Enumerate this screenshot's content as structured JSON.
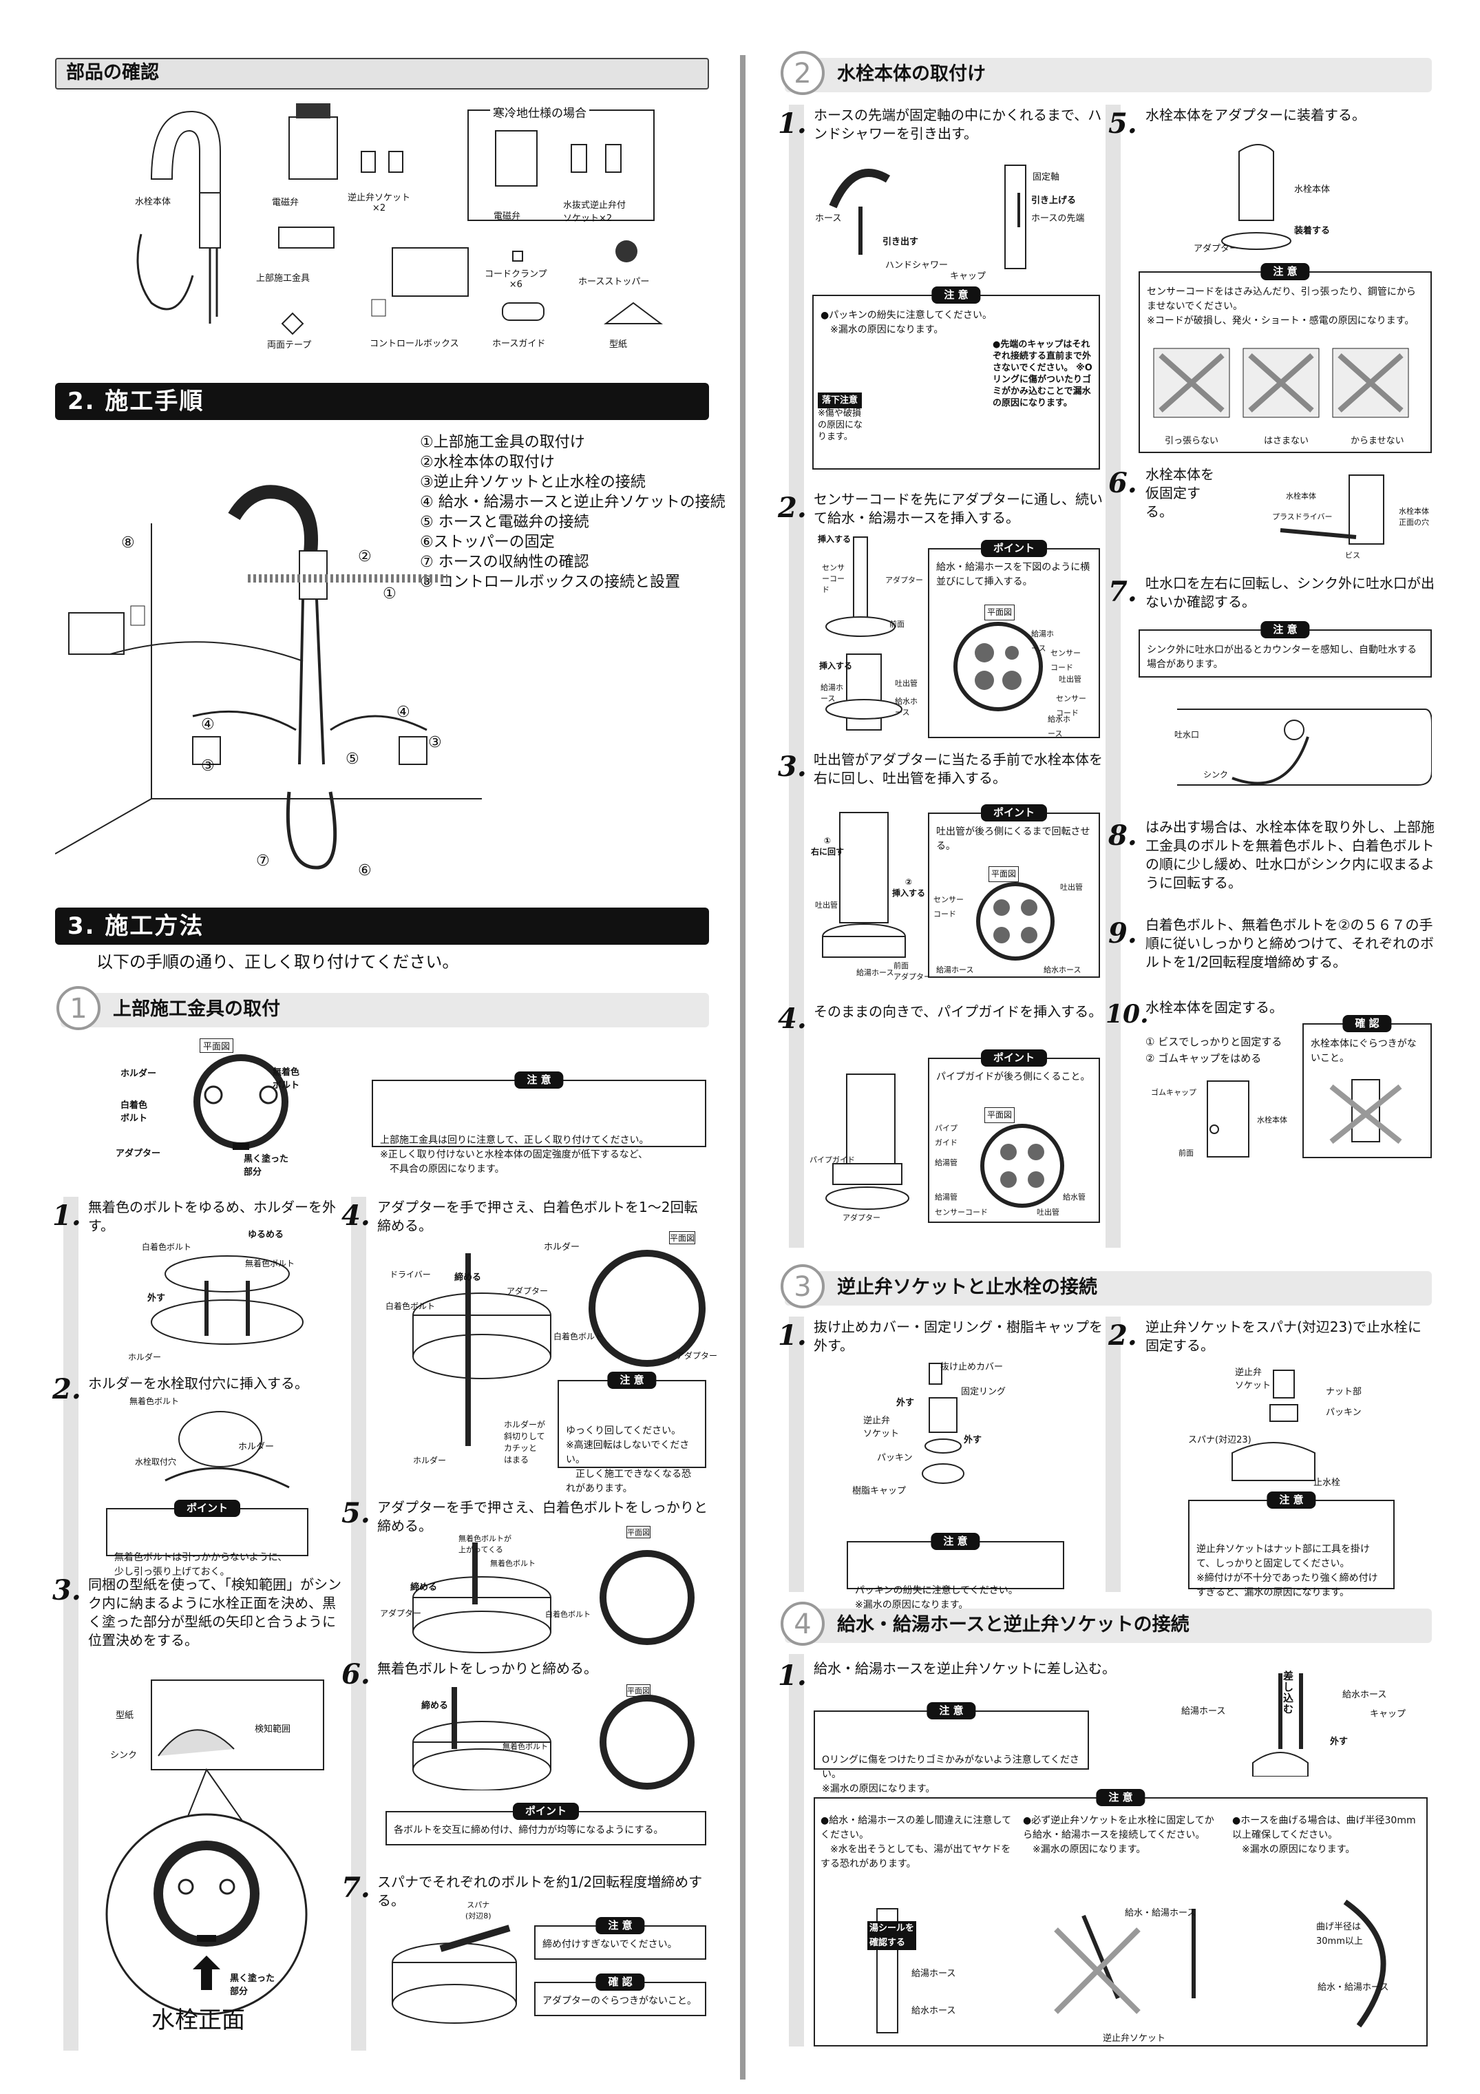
{
  "parts": {
    "title": "部品の確認",
    "cold_title": "寒冷地仕様の場合",
    "labels": [
      "水栓本体",
      "電磁弁",
      "逆止弁ソケット\n×2",
      "上部施工金具",
      "コントロールボックス",
      "コードクランプ\n×6",
      "ホースストッパー",
      "ホースガイド",
      "両面テープ",
      "型紙",
      "電磁弁",
      "水抜式逆止弁付\nソケット×2"
    ]
  },
  "procedure": {
    "title": "2. 施工手順",
    "items": [
      "①上部施工金具の取付け",
      "②水栓本体の取付け",
      "③逆止弁ソケットと止水栓の接続",
      "④ 給水・給湯ホースと逆止弁ソケットの接続",
      "⑤ ホースと電磁弁の接続",
      "⑥ストッパーの固定",
      "⑦ ホースの収納性の確認",
      "⑧ コントロールボックスの接続と設置"
    ],
    "callouts": [
      "⑧",
      "②",
      "①",
      "④",
      "③",
      "⑤",
      "④",
      "③",
      "⑦",
      "⑥"
    ]
  },
  "method": {
    "title": "3. 施工方法",
    "intro": "以下の手順の通り、正しく取り付けてください。"
  },
  "s1": {
    "num": "1",
    "title": "上部施工金具の取付",
    "plan": "平面図",
    "plan_labels": [
      "ホルダー",
      "無着色\nボルト",
      "白着色\nボルト",
      "アダプター",
      "黒く塗った\n部分"
    ],
    "caution_hd": "注 意",
    "caution": "上部施工金具は回りに注意して、正しく取り付けてください。\n※正しく取り付けないと水栓本体の固定強度が低下するなど、\n　不具合の原因になります。",
    "steps": [
      {
        "n": "1.",
        "t": "無着色のボルトをゆるめ、ホルダーを外す。"
      },
      {
        "n": "2.",
        "t": "ホルダーを水栓取付穴に挿入する。"
      },
      {
        "n": "3.",
        "t": "同梱の型紙を使って、「検知範囲」がシンク内に納まるように水栓正面を決め、黒く塗った部分が型紙の矢印と合うように位置決めをする。"
      },
      {
        "n": "4.",
        "t": "アダプターを手で押さえ、白着色ボルトを1～2回転締める。"
      },
      {
        "n": "5.",
        "t": "アダプターを手で押さえ、白着色ボルトをしっかりと締める。"
      },
      {
        "n": "6.",
        "t": "無着色ボルトをしっかりと締める。"
      },
      {
        "n": "7.",
        "t": "スパナでそれぞれのボルトを約1/2回転程度増締めする。"
      }
    ],
    "fig1": [
      "ゆるめる",
      "白着色ボルト",
      "無着色ボルト",
      "外す",
      "ホルダー"
    ],
    "fig2": [
      "無着色ボルト",
      "ホルダー",
      "水栓取付穴"
    ],
    "point_hd": "ポイント",
    "point2": "無着色ボルトは引っかからないように、\n少し引っ張り上げておく。",
    "fig3": [
      "型紙",
      "検知範囲",
      "シンク",
      "黒く塗った\n部分",
      "水栓正面"
    ],
    "fig4": [
      "ホルダー",
      "平面図",
      "ドライバー",
      "締める",
      "白着色ボルト",
      "アダプター",
      "白着色ボルト",
      "アダプター",
      "ホルダー",
      "ホルダーが\n斜切りして\nカチッと\nはまる"
    ],
    "caution4": "ゆっくり回してください。\n※高速回転はしないでください。\n　正しく施工できなくなる恐れがあります。",
    "fig5": [
      "無着色ボルトが\n上がってくる",
      "無着色ボルト",
      "締める",
      "アダプター",
      "白着色ボルト",
      "平面図"
    ],
    "fig6": [
      "締める",
      "無着色ボルト",
      "平面図"
    ],
    "point6": "各ボルトを交互に締め付け、締付力が均等になるようにする。",
    "fig7": [
      "スパナ\n(対辺8)"
    ],
    "caution7": "締め付けすぎないでください。",
    "confirm_hd": "確 認",
    "confirm7": "アダプターのぐらつきがないこと。"
  },
  "s2": {
    "num": "2",
    "title": "水栓本体の取付け",
    "steps": [
      {
        "n": "1.",
        "t": "ホースの先端が固定軸の中にかくれるまで、ハンドシャワーを引き出す。"
      },
      {
        "n": "2.",
        "t": "センサーコードを先にアダプターに通し、続いて給水・給湯ホースを挿入する。"
      },
      {
        "n": "3.",
        "t": "吐出管がアダプターに当たる手前で水栓本体を右に回し、吐出管を挿入する。"
      },
      {
        "n": "4.",
        "t": "そのままの向きで、パイプガイドを挿入する。"
      },
      {
        "n": "5.",
        "t": "水栓本体をアダプターに装着する。"
      },
      {
        "n": "6.",
        "t": "水栓本体を仮固定する。"
      },
      {
        "n": "7.",
        "t": "吐水口を左右に回転し、シンク外に吐水口が出ないか確認する。"
      },
      {
        "n": "8.",
        "t": "はみ出す場合は、水栓本体を取り外し、上部施工金具のボルトを無着色ボルト、白着色ボルトの順に少し緩め、吐水口がシンク内に収まるように回転する。"
      },
      {
        "n": "9.",
        "t": "白着色ボルト、無着色ボルトを②の５６７の手順に従いしっかりと締めつけて、それぞれのボルトを1/2回転程度増締めする。"
      },
      {
        "n": "10.",
        "t": "水栓本体を固定する。"
      }
    ],
    "fig1": [
      "固定軸",
      "引き上げる",
      "ホース",
      "ホースの先端",
      "引き出す",
      "ハンドシャワー",
      "キャップ"
    ],
    "caution1": "●パッキンの紛失に注意してください。\n　※漏水の原因になります。",
    "caution1b": "●先端のキャップはそれぞれ接続する直前まで外さないでください。\n※Oリングに傷がついたりゴミがかみ込むことで漏水の原因になります。",
    "drop": "落下注意",
    "drop_note": "※傷や破損の原因になります。",
    "fig2": [
      "挿入する",
      "センサーコード",
      "アダプター",
      "前面",
      "挿入する",
      "給湯ホース",
      "吐出管",
      "給水ホース"
    ],
    "point2": "給水・給湯ホースを下図のように横並びにして挿入する。",
    "plan": "平面図",
    "plan2": [
      "給湯ホース",
      "センサーコード",
      "吐出管",
      "センサーコード",
      "給水ホース"
    ],
    "fig3": [
      "①\n右に回す",
      "②\n挿入する",
      "吐出管",
      "給湯ホース",
      "前面",
      "アダプター"
    ],
    "point3": "吐出管が後ろ側にくるまで回転させる。",
    "plan3": [
      "センサーコード",
      "吐出管",
      "給湯ホース",
      "給水ホース"
    ],
    "fig4": [
      "パイプガイド",
      "アダプター"
    ],
    "point4": "パイプガイドが後ろ側にくること。",
    "plan4": [
      "パイプガイド",
      "給湯管",
      "給湯管",
      "給水管",
      "センサーコード",
      "吐出管"
    ],
    "fig5": [
      "水栓本体",
      "装着する",
      "アダプター"
    ],
    "caution5": "センサーコードをはさみ込んだり、引っ張ったり、鋼管にからませないでください。\n※コードが破損し、発火・ショート・感電の原因になります。",
    "fig5b": [
      "引っ張らない",
      "はさまない",
      "からませない"
    ],
    "fig6": [
      "水栓本体",
      "プラスドライバー",
      "水栓本体\n正面の穴",
      "ビス"
    ],
    "caution7": "シンク外に吐水口が出るとカウンターを感知し、自動吐水する場合があります。",
    "fig7": [
      "吐水口",
      "シンク"
    ],
    "step10_items": [
      "① ビスでしっかりと固定する",
      "② ゴムキャップをはめる"
    ],
    "fig10": [
      "ゴムキャップ",
      "水栓本体",
      "前面"
    ],
    "confirm_hd": "確 認",
    "confirm10": "水栓本体にぐらつきがないこと。"
  },
  "s3": {
    "num": "3",
    "title": "逆止弁ソケットと止水栓の接続",
    "steps": [
      {
        "n": "1.",
        "t": "抜け止めカバー・固定リング・樹脂キャップを外す。"
      },
      {
        "n": "2.",
        "t": "逆止弁ソケットをスパナ(対辺23)で止水栓に固定する。"
      }
    ],
    "fig1": [
      "抜け止めカバー",
      "外す",
      "固定リング",
      "逆止弁\nソケット",
      "外す",
      "パッキン",
      "樹脂キャップ"
    ],
    "caution1": "パッキンの紛失に注意してください。\n※漏水の原因になります。",
    "fig2": [
      "逆止弁\nソケット",
      "ナット部",
      "パッキン",
      "スパナ(対辺23)",
      "止水栓"
    ],
    "caution2": "逆止弁ソケットはナット部に工具を掛けて、しっかりと固定してください。\n※締付けが不十分であったり強く締め付けすぎると、漏水の原因になります。"
  },
  "s4": {
    "num": "4",
    "title": "給水・給湯ホースと逆止弁ソケットの接続",
    "steps": [
      {
        "n": "1.",
        "t": "給水・給湯ホースを逆止弁ソケットに差し込む。"
      }
    ],
    "caution1": "Oリングに傷をつけたりゴミかみがないよう注意してください。\n※漏水の原因になります。",
    "fig1": [
      "差し込む",
      "給水ホース",
      "給湯ホース",
      "キャップ",
      "外す"
    ],
    "caution_a": "●給水・給湯ホースの差し間違えに注意してください。\n　※水を出そうとしても、湯が出てヤケドをする恐れがあります。",
    "caution_b": "●必ず逆止弁ソケットを止水栓に固定してから給水・給湯ホースを接続してください。\n　※漏水の原因になります。",
    "caution_c": "●ホースを曲げる場合は、曲げ半径30mm以上確保してください。\n　※漏水の原因になります。",
    "figs": [
      "湯シールを\n確認する",
      "給湯ホース",
      "給水ホース",
      "給水・給湯ホース",
      "逆止弁ソケット",
      "曲げ半径は\n30mm以上",
      "給水・給湯ホース"
    ]
  }
}
